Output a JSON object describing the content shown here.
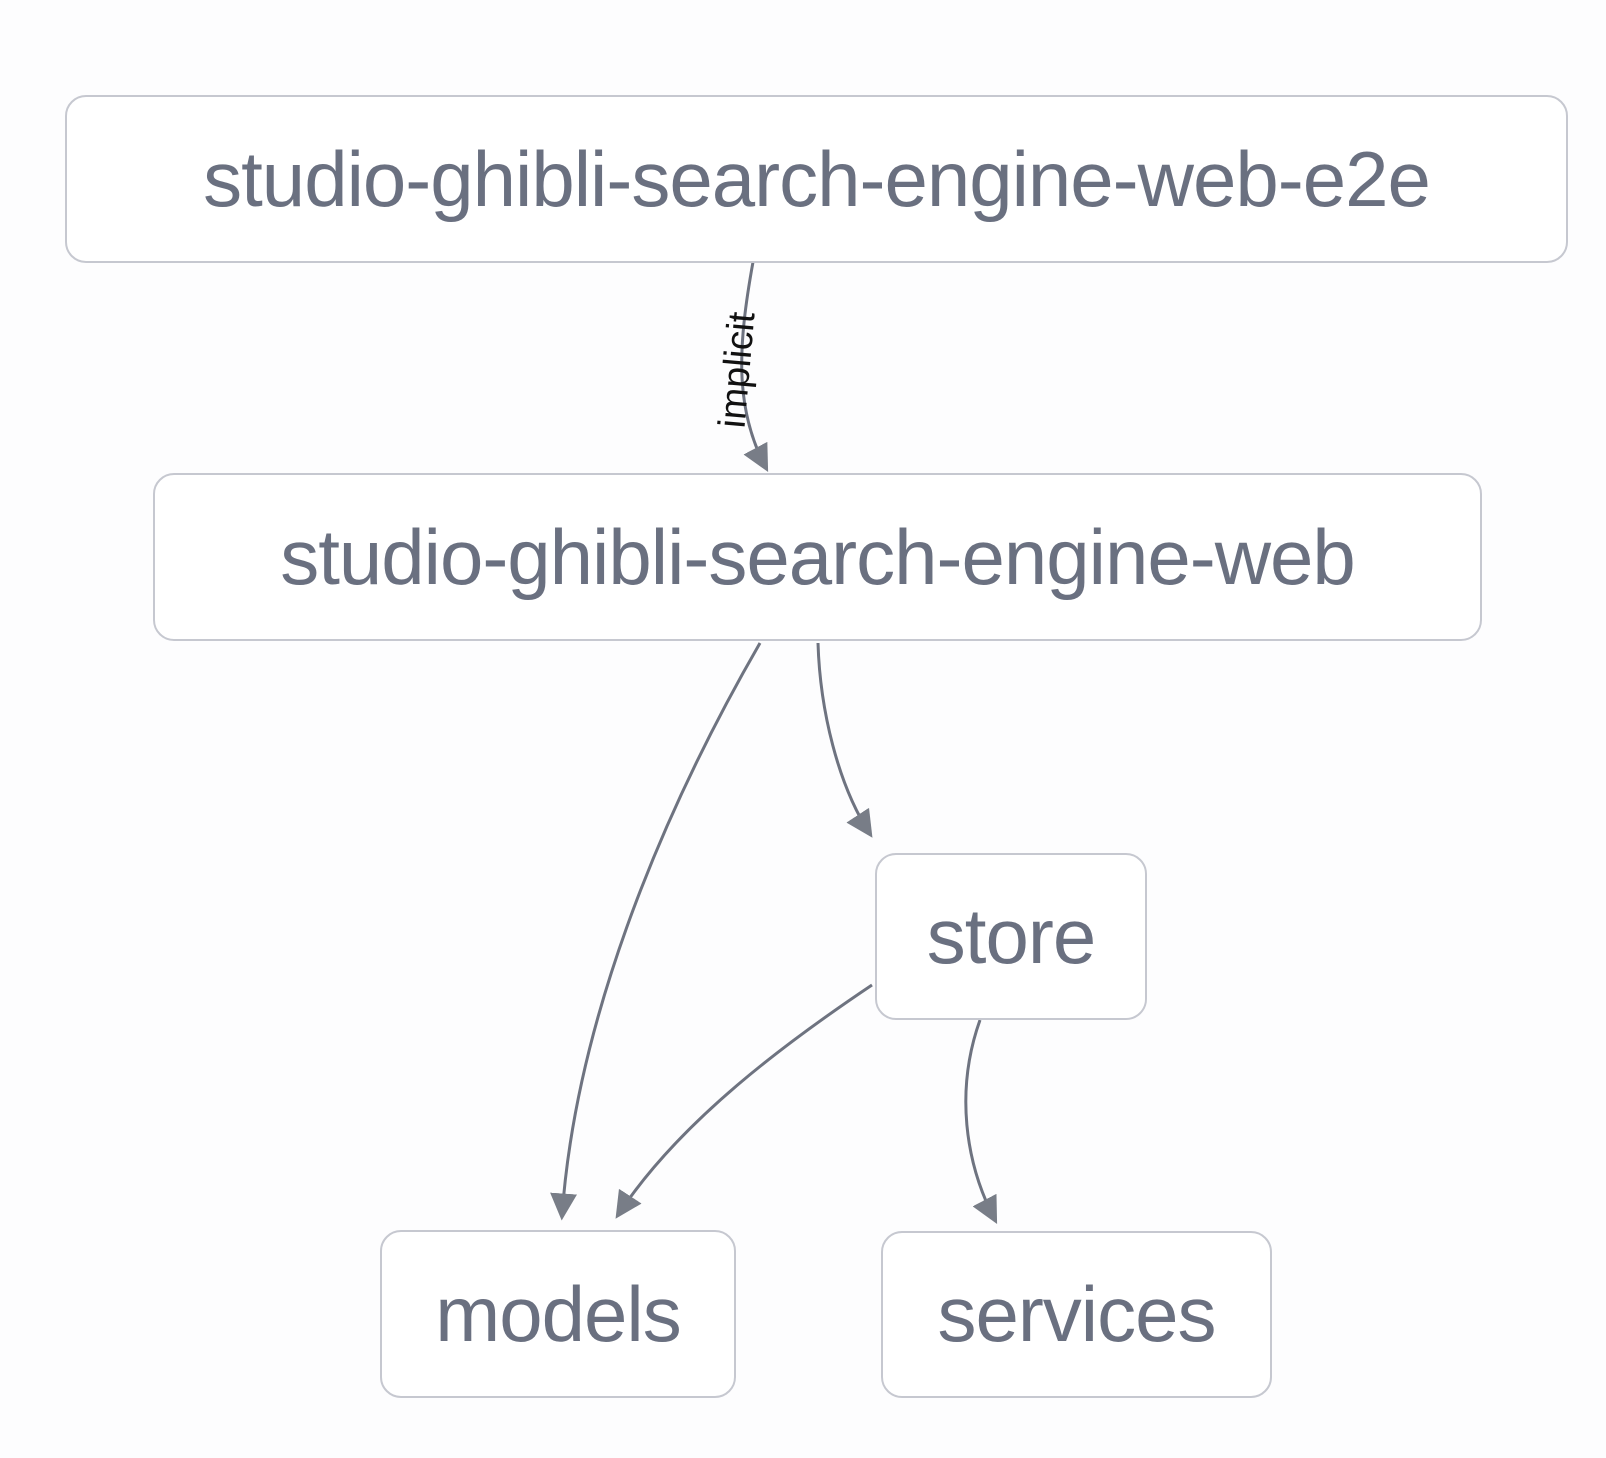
{
  "graph": {
    "nodes": {
      "e2e": {
        "label": "studio-ghibli-search-engine-web-e2e"
      },
      "web": {
        "label": "studio-ghibli-search-engine-web"
      },
      "store": {
        "label": "store"
      },
      "models": {
        "label": "models"
      },
      "services": {
        "label": "services"
      }
    },
    "edges": {
      "e2e_web": {
        "from": "studio-ghibli-search-engine-web-e2e",
        "to": "studio-ghibli-search-engine-web",
        "label": "implicit"
      },
      "web_models": {
        "from": "studio-ghibli-search-engine-web",
        "to": "models",
        "label": ""
      },
      "web_store": {
        "from": "studio-ghibli-search-engine-web",
        "to": "store",
        "label": ""
      },
      "store_models": {
        "from": "store",
        "to": "models",
        "label": ""
      },
      "store_services": {
        "from": "store",
        "to": "services",
        "label": ""
      }
    }
  },
  "colors": {
    "background": "#fdfdfe",
    "node_fill": "#ffffff",
    "node_border": "#c6c8d0",
    "node_text": "#6a7080",
    "edge_stroke": "#6e7380",
    "arrow_fill": "#787d87",
    "edge_label_text": "#111111"
  }
}
